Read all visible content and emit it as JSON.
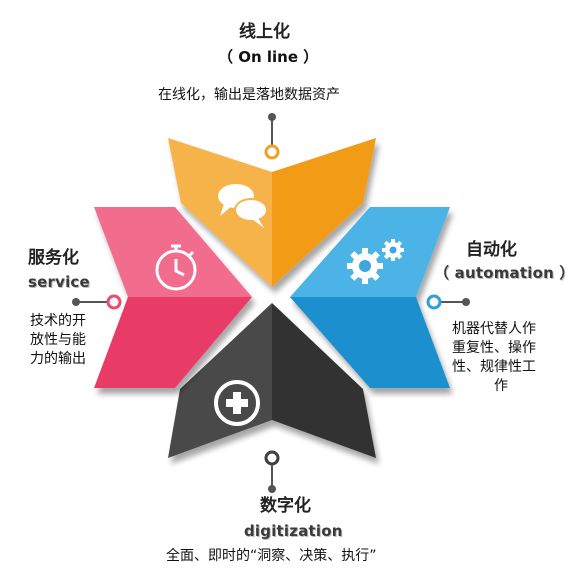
{
  "top": {
    "title": "线上化",
    "subtitle": "（ On line ）",
    "desc": "在线化，输出是落地数据资产",
    "color": "#f4a024",
    "icon": "speech-bubbles-icon"
  },
  "right": {
    "title": "自动化",
    "subtitle": "（ automation ）",
    "desc_lines": [
      "机器代替人作",
      "重复性、操作",
      "性、规律性工",
      "作"
    ],
    "color": "#2f9fd8",
    "icon": "gears-icon"
  },
  "bottom": {
    "title": "数字化",
    "subtitle": "digitization",
    "desc": "全面、即时的“洞察、决策、执行”",
    "color": "#3f3f3f",
    "icon": "plus-circle-icon"
  },
  "left": {
    "title": "服务化",
    "subtitle": "service",
    "desc_lines": [
      "技术的开",
      "放性与能",
      "力的输出"
    ],
    "color": "#ea4b75",
    "icon": "stopwatch-icon"
  }
}
